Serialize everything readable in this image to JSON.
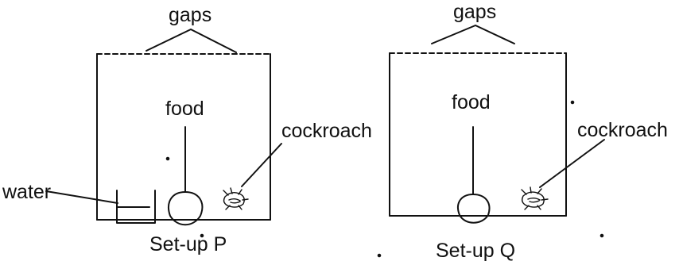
{
  "setup_p": {
    "gaps_label": "gaps",
    "food_label": "food",
    "cockroach_label": "cockroach",
    "water_label": "water",
    "caption": "Set-up P"
  },
  "setup_q": {
    "gaps_label": "gaps",
    "food_label": "food",
    "cockroach_label": "cockroach",
    "caption": "Set-up Q"
  },
  "colors": {
    "ink": "#111111",
    "background": "#ffffff"
  }
}
